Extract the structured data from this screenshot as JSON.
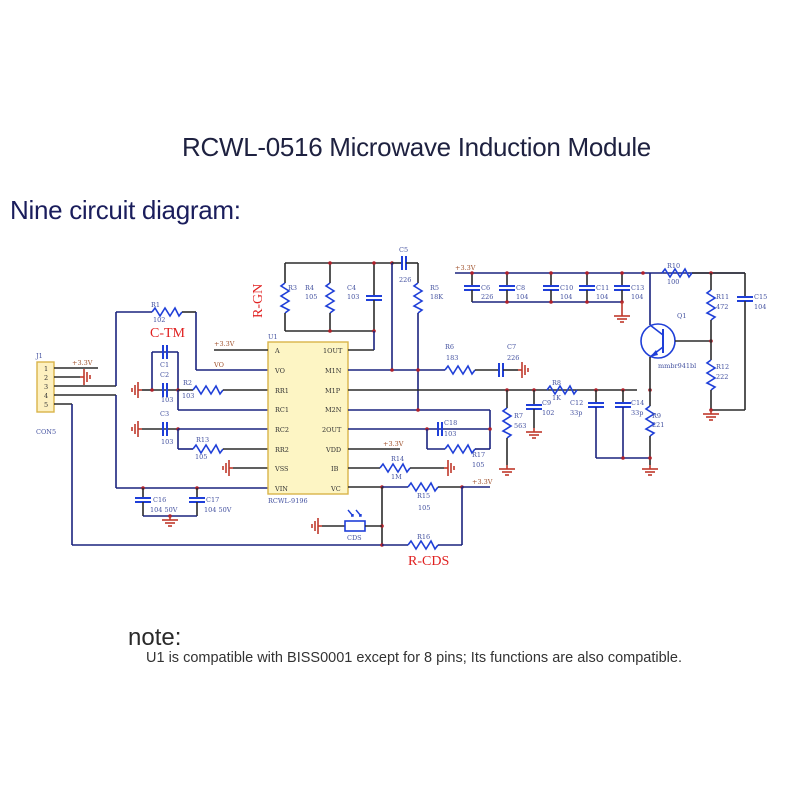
{
  "header": {
    "title": "RCWL-0516 Microwave Induction Module",
    "subtitle": "Nine circuit diagram:"
  },
  "schematic": {
    "section_labels": {
      "r_gn": "R-GN",
      "c_tm": "C-TM",
      "r_cds": "R-CDS"
    },
    "power_label": "+3.3V",
    "connector": {
      "ref": "J1",
      "name": "CON5",
      "pins": [
        "1",
        "2",
        "3",
        "4",
        "5"
      ]
    },
    "ic": {
      "ref": "U1",
      "part": "RCWL-9196",
      "left_pins": [
        "A",
        "VO",
        "RR1",
        "RC1",
        "RC2",
        "RR2",
        "VSS",
        "VIN"
      ],
      "right_pins": [
        "1OUT",
        "M1N",
        "M1P",
        "M2N",
        "2OUT",
        "VDD",
        "IB",
        "VC"
      ]
    },
    "transistor": {
      "ref": "Q1",
      "part": "mmbr941bl"
    },
    "photoresistor": {
      "ref": "CDS"
    },
    "net_labels": {
      "vo": "VO"
    },
    "components": {
      "R1": {
        "ref": "R1",
        "value": "102"
      },
      "R2": {
        "ref": "R2",
        "value": "103"
      },
      "R3": {
        "ref": "R3",
        "value": ""
      },
      "R4": {
        "ref": "R4",
        "value": "105"
      },
      "R5": {
        "ref": "R5",
        "value": "18K"
      },
      "R6": {
        "ref": "R6",
        "value": "183"
      },
      "R7": {
        "ref": "R7",
        "value": "563"
      },
      "R8": {
        "ref": "R8",
        "value": "1K"
      },
      "R9": {
        "ref": "R9",
        "value": "221"
      },
      "R10": {
        "ref": "R10",
        "value": "100"
      },
      "R11": {
        "ref": "R11",
        "value": "472"
      },
      "R12": {
        "ref": "R12",
        "value": "222"
      },
      "R13": {
        "ref": "R13",
        "value": "105"
      },
      "R14": {
        "ref": "R14",
        "value": "1M"
      },
      "R15": {
        "ref": "R15",
        "value": "105"
      },
      "R16": {
        "ref": "R16",
        "value": ""
      },
      "R17": {
        "ref": "R17",
        "value": "105"
      },
      "C1": {
        "ref": "C1",
        "value": ""
      },
      "C2": {
        "ref": "C2",
        "value": "103"
      },
      "C3": {
        "ref": "C3",
        "value": "103"
      },
      "C4": {
        "ref": "C4",
        "value": "103"
      },
      "C5": {
        "ref": "C5",
        "value": "226"
      },
      "C6": {
        "ref": "C6",
        "value": "226"
      },
      "C7": {
        "ref": "C7",
        "value": "226"
      },
      "C8": {
        "ref": "C8",
        "value": "104"
      },
      "C9": {
        "ref": "C9",
        "value": "102"
      },
      "C10": {
        "ref": "C10",
        "value": "104"
      },
      "C11": {
        "ref": "C11",
        "value": "104"
      },
      "C12": {
        "ref": "C12",
        "value": "33p"
      },
      "C13": {
        "ref": "C13",
        "value": "104"
      },
      "C14": {
        "ref": "C14",
        "value": "33p"
      },
      "C15": {
        "ref": "C15",
        "value": "104"
      },
      "C16": {
        "ref": "C16",
        "value": "104 50V"
      },
      "C17": {
        "ref": "C17",
        "value": "104 50V"
      },
      "C18": {
        "ref": "C18",
        "value": "103"
      }
    }
  },
  "note": {
    "heading": "note:",
    "body": "U1 is compatible with BISS0001 except for 8 pins; Its functions are also compatible."
  }
}
